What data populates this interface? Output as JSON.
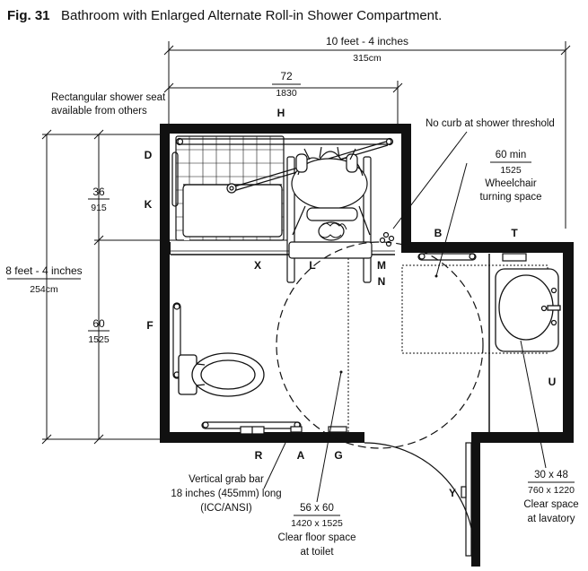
{
  "figure": {
    "number": "Fig. 31",
    "title": "Bathroom with Enlarged Alternate Roll-in Shower Compartment."
  },
  "dimensions": {
    "overall_width_imperial": "10 feet - 4 inches",
    "overall_width_metric": "315cm",
    "shower_width_in": "72",
    "shower_width_mm": "1830",
    "overall_depth_imperial": "8 feet - 4 inches",
    "overall_depth_metric": "254cm",
    "shower_depth_in": "36",
    "shower_depth_mm": "915",
    "toilet_room_depth_in": "60",
    "toilet_room_depth_mm": "1525"
  },
  "notes": {
    "shower_seat_line1": "Rectangular shower seat",
    "shower_seat_line2": "available from others",
    "no_curb": "No curb at shower threshold",
    "turning_top": "60 min",
    "turning_mm": "1525",
    "turning_line1": "Wheelchair",
    "turning_line2": "turning space",
    "grab_bar_line1": "Vertical grab bar",
    "grab_bar_line2": "18 inches (455mm) long",
    "grab_bar_line3": "(ICC/ANSI)",
    "toilet_top": "56 x 60",
    "toilet_mm": "1420 x 1525",
    "toilet_line1": "Clear floor space",
    "toilet_line2": "at toilet",
    "lav_top": "30 x 48",
    "lav_mm": "760 x 1220",
    "lav_line1": "Clear space",
    "lav_line2": "at lavatory"
  },
  "labels": {
    "H": "H",
    "D": "D",
    "K": "K",
    "X": "X",
    "L": "L",
    "M": "M",
    "N": "N",
    "B": "B",
    "T": "T",
    "F": "F",
    "U": "U",
    "R": "R",
    "A": "A",
    "G": "G",
    "Y": "Y"
  }
}
